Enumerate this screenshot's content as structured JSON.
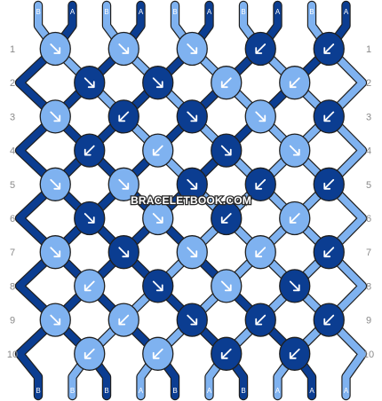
{
  "watermark": "BRACELETBOOK.COM",
  "colors": {
    "A": "#0b3d91",
    "B": "#7fb2f0",
    "outline": "#1f1f1f",
    "arrow": "#ffffff"
  },
  "strands_top": [
    "B",
    "A",
    "B",
    "A",
    "B",
    "A",
    "B",
    "A",
    "B",
    "A"
  ],
  "strands_bottom": [
    "B",
    "B",
    "B",
    "A",
    "B",
    "A",
    "B",
    "A",
    "A",
    "A"
  ],
  "row_labels": [
    "1",
    "2",
    "3",
    "4",
    "5",
    "6",
    "7",
    "8",
    "9",
    "10"
  ],
  "knots": [
    [
      {
        "c": "B",
        "d": "right"
      },
      {
        "c": "B",
        "d": "right"
      },
      {
        "c": "B",
        "d": "right"
      },
      {
        "c": "A",
        "d": "left"
      },
      {
        "c": "A",
        "d": "left"
      }
    ],
    [
      {
        "c": "A",
        "d": "right"
      },
      {
        "c": "A",
        "d": "right"
      },
      {
        "c": "B",
        "d": "left"
      },
      {
        "c": "B",
        "d": "left"
      }
    ],
    [
      {
        "c": "B",
        "d": "right"
      },
      {
        "c": "A",
        "d": "left"
      },
      {
        "c": "A",
        "d": "right"
      },
      {
        "c": "B",
        "d": "right"
      },
      {
        "c": "A",
        "d": "left"
      }
    ],
    [
      {
        "c": "A",
        "d": "left"
      },
      {
        "c": "B",
        "d": "left"
      },
      {
        "c": "A",
        "d": "right"
      },
      {
        "c": "B",
        "d": "right"
      }
    ],
    [
      {
        "c": "B",
        "d": "right"
      },
      {
        "c": "B",
        "d": "right"
      },
      {
        "c": "A",
        "d": "right"
      },
      {
        "c": "A",
        "d": "left"
      },
      {
        "c": "A",
        "d": "left"
      }
    ],
    [
      {
        "c": "A",
        "d": "right"
      },
      {
        "c": "B",
        "d": "right"
      },
      {
        "c": "A",
        "d": "left"
      },
      {
        "c": "B",
        "d": "left"
      }
    ],
    [
      {
        "c": "B",
        "d": "right"
      },
      {
        "c": "A",
        "d": "right"
      },
      {
        "c": "B",
        "d": "right"
      },
      {
        "c": "B",
        "d": "left"
      },
      {
        "c": "A",
        "d": "left"
      }
    ],
    [
      {
        "c": "B",
        "d": "left"
      },
      {
        "c": "A",
        "d": "right"
      },
      {
        "c": "B",
        "d": "right"
      },
      {
        "c": "A",
        "d": "right"
      }
    ],
    [
      {
        "c": "B",
        "d": "right"
      },
      {
        "c": "B",
        "d": "left"
      },
      {
        "c": "A",
        "d": "right"
      },
      {
        "c": "A",
        "d": "left"
      },
      {
        "c": "A",
        "d": "left"
      }
    ],
    [
      {
        "c": "B",
        "d": "left"
      },
      {
        "c": "B",
        "d": "left"
      },
      {
        "c": "A",
        "d": "left"
      },
      {
        "c": "A",
        "d": "left"
      }
    ]
  ]
}
